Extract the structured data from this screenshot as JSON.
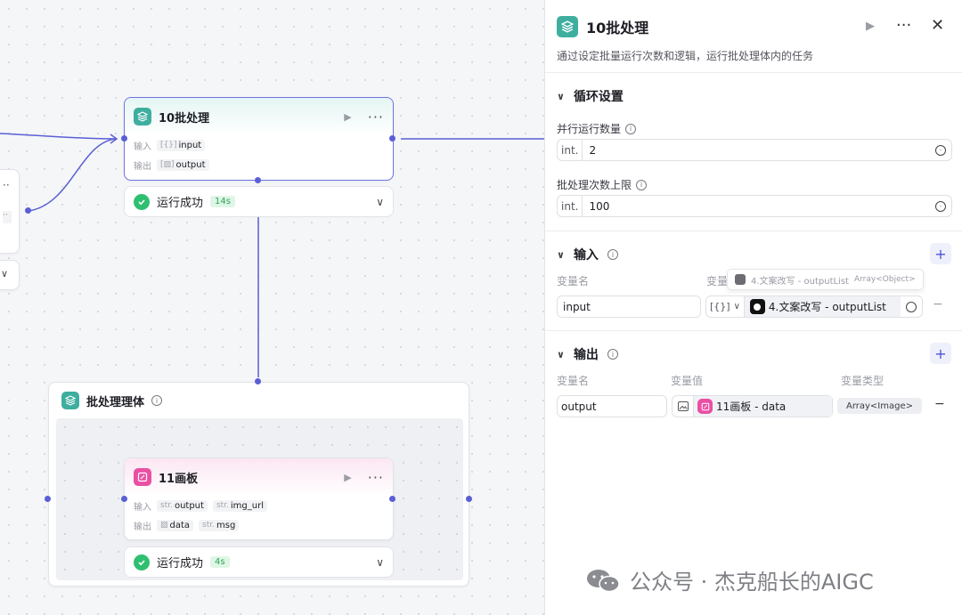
{
  "canvas": {
    "batch_node": {
      "title": "10批处理",
      "input_label": "输入",
      "input_value": "input",
      "output_label": "输出",
      "output_value": "output",
      "status": "运行成功",
      "time": "14s"
    },
    "batch_body": {
      "title": "批处理理体"
    },
    "draw_node": {
      "title": "11画板",
      "input_label": "输入",
      "input_chips": [
        {
          "prefix": "str.",
          "name": "output"
        },
        {
          "prefix": "str.",
          "name": "img_url"
        }
      ],
      "output_label": "输出",
      "output_chips": [
        {
          "prefix": "",
          "name": "data"
        },
        {
          "prefix": "str.",
          "name": "msg"
        }
      ],
      "status": "运行成功",
      "time": "4s"
    }
  },
  "panel": {
    "title": "10批处理",
    "description": "通过设定批量运行次数和逻辑，运行批处理体内的任务",
    "loop_section": "循环设置",
    "parallel_label": "并行运行数量",
    "parallel_type": "int.",
    "parallel_value": "2",
    "limit_label": "批处理次数上限",
    "limit_type": "int.",
    "limit_value": "100",
    "input_section": "输入",
    "input_col_name": "变量名",
    "input_col_value": "变量值",
    "tooltip_text": "4.文案改写 - outputList",
    "tooltip_type": "Array<Object>",
    "input_var_name": "input",
    "input_var_type_prefix": "[{}]",
    "input_var_ref": "4.文案改写 - outputList",
    "output_section": "输出",
    "output_col_name": "变量名",
    "output_col_value": "变量值",
    "output_col_type": "变量类型",
    "output_var_name": "output",
    "output_var_ref": "11画板 - data",
    "output_var_type": "Array<Image>"
  },
  "watermark": "公众号 · 杰克船长的AIGC"
}
